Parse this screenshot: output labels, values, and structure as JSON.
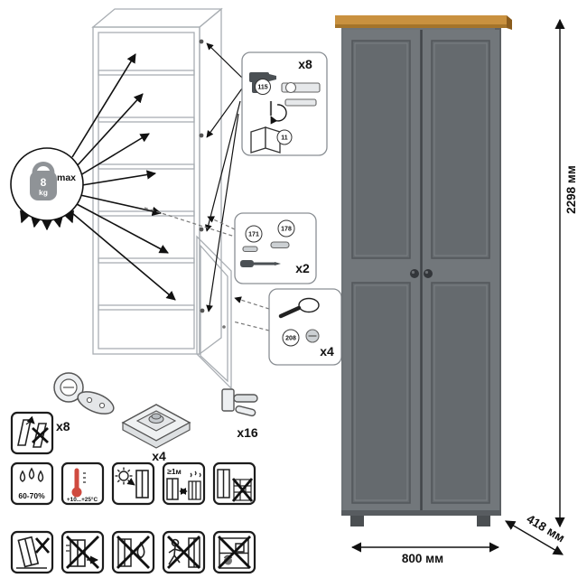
{
  "weight_badge": {
    "value": "8",
    "unit": "kg",
    "label": "max"
  },
  "callouts": {
    "hinge": {
      "count": "x8",
      "drill_part": "115",
      "manual_part": "11"
    },
    "dowel": {
      "count": "x2",
      "part_a": "171",
      "part_b": "178"
    },
    "cam": {
      "count": "x4",
      "part": "208"
    }
  },
  "hardware": {
    "hinge_count": "x8",
    "foot_count": "x4",
    "shelf_pin_count": "x16"
  },
  "care": {
    "humidity": "60-70%",
    "temperature": "+10...+25°C",
    "min_distance": "≥1м"
  },
  "dimensions": {
    "height": "2298 мм",
    "width": "800 мм",
    "depth": "418 мм"
  },
  "colors": {
    "wood_top": "#c9913f",
    "body_gray": "#6e7377",
    "panel_gray": "#656a6e",
    "line_gray": "#a9aeb3"
  }
}
